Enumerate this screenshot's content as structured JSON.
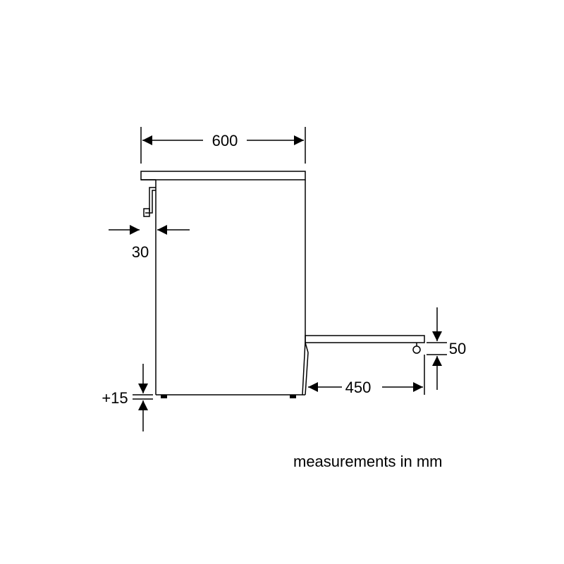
{
  "dimensions": {
    "width": "600",
    "wall_gap": "30",
    "foot_adjust": "+15",
    "door_extension": "450",
    "door_height": "50"
  },
  "note": "measurements in mm",
  "colors": {
    "line": "#000000",
    "background": "#ffffff"
  }
}
